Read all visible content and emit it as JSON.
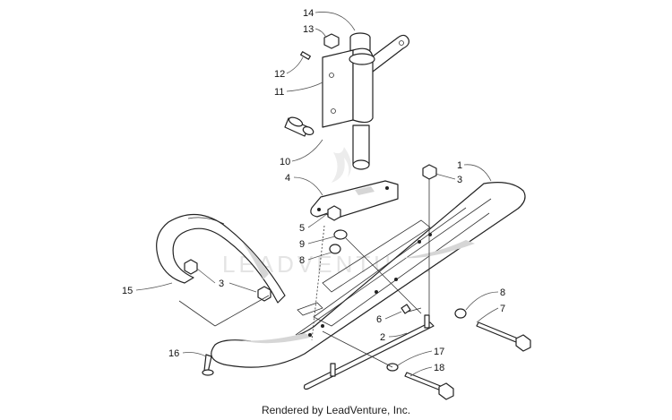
{
  "footer": {
    "text": "Rendered by LeadVenture, Inc."
  },
  "watermark": {
    "text": "LEADVENTURE"
  },
  "callouts": [
    "1",
    "2",
    "3",
    "3",
    "4",
    "5",
    "6",
    "7",
    "8",
    "8",
    "9",
    "10",
    "11",
    "12",
    "13",
    "14",
    "15",
    "16",
    "17",
    "18"
  ]
}
